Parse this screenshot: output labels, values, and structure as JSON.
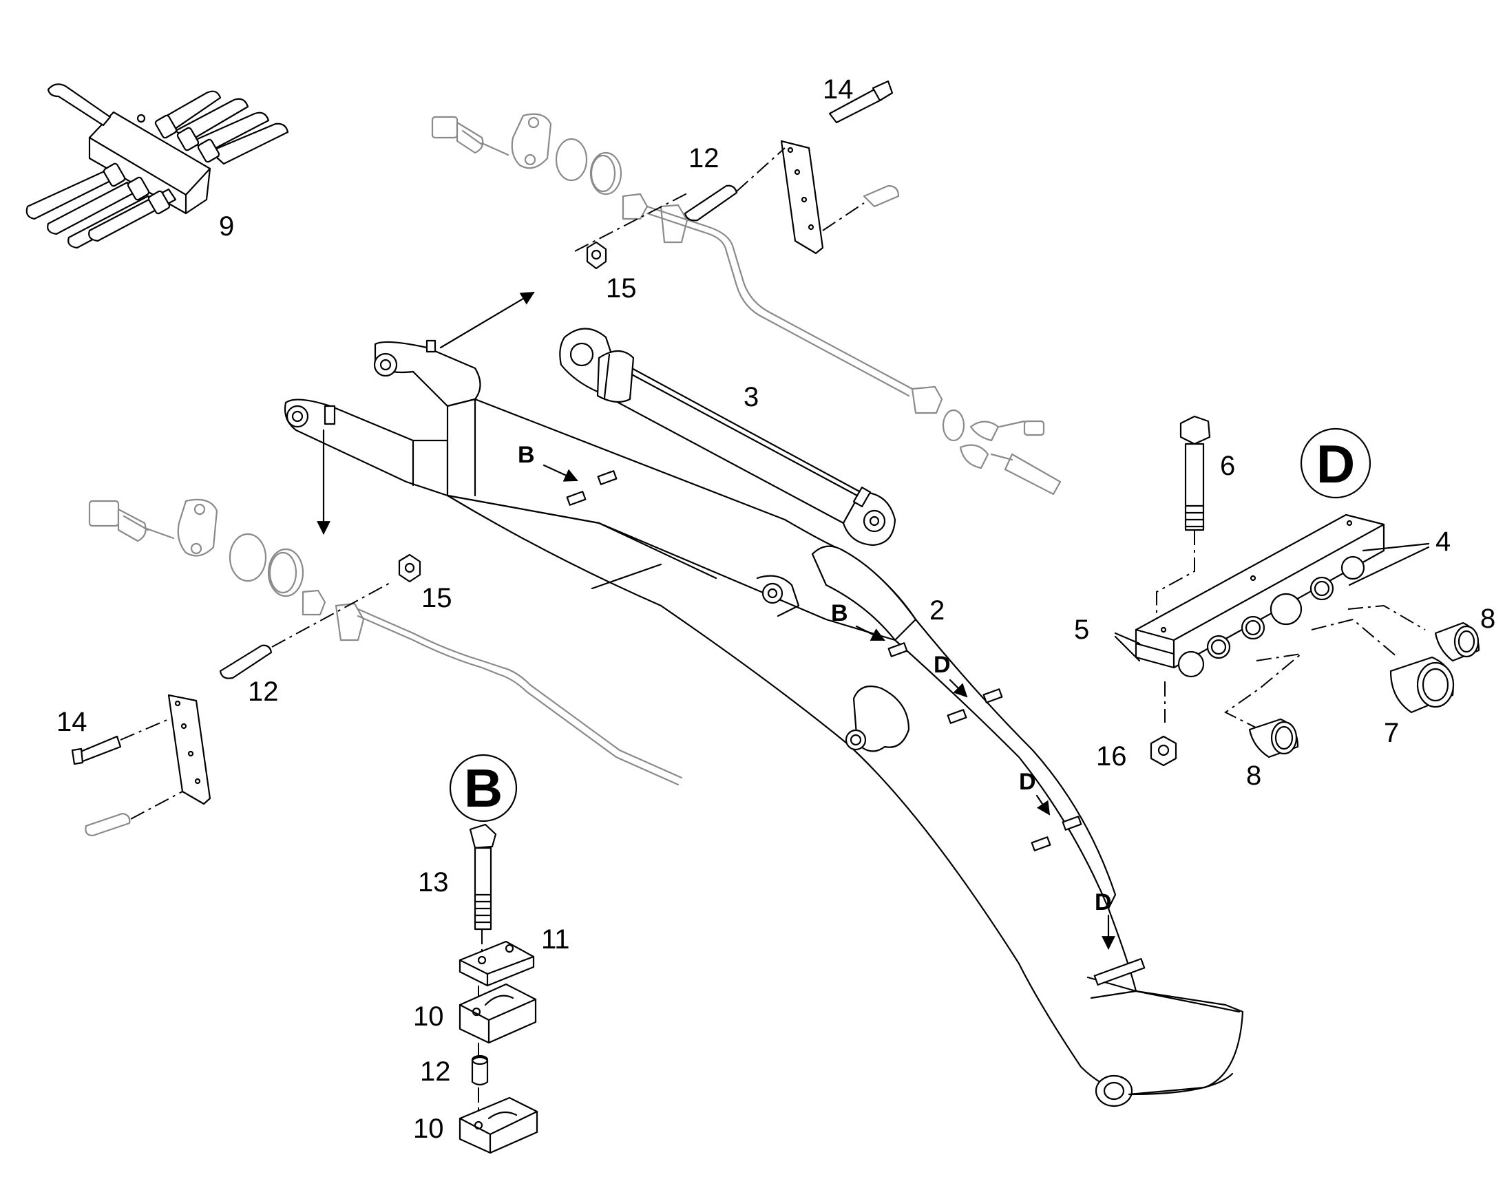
{
  "part_numbers": {
    "p2": "2",
    "p3": "3",
    "p4": "4",
    "p5": "5",
    "p6": "6",
    "p7": "7",
    "p8a": "8",
    "p8b": "8",
    "p9": "9",
    "p10a": "10",
    "p10b": "10",
    "p11": "11",
    "p12a": "12",
    "p12b": "12",
    "p12c": "12",
    "p13": "13",
    "p14a": "14",
    "p14b": "14",
    "p15a": "15",
    "p15b": "15",
    "p16": "16"
  },
  "view_letters": {
    "b1": "B",
    "b2": "B",
    "d1": "D",
    "d2": "D",
    "d3": "D"
  },
  "detail_views": {
    "b": "B",
    "d": "D"
  }
}
